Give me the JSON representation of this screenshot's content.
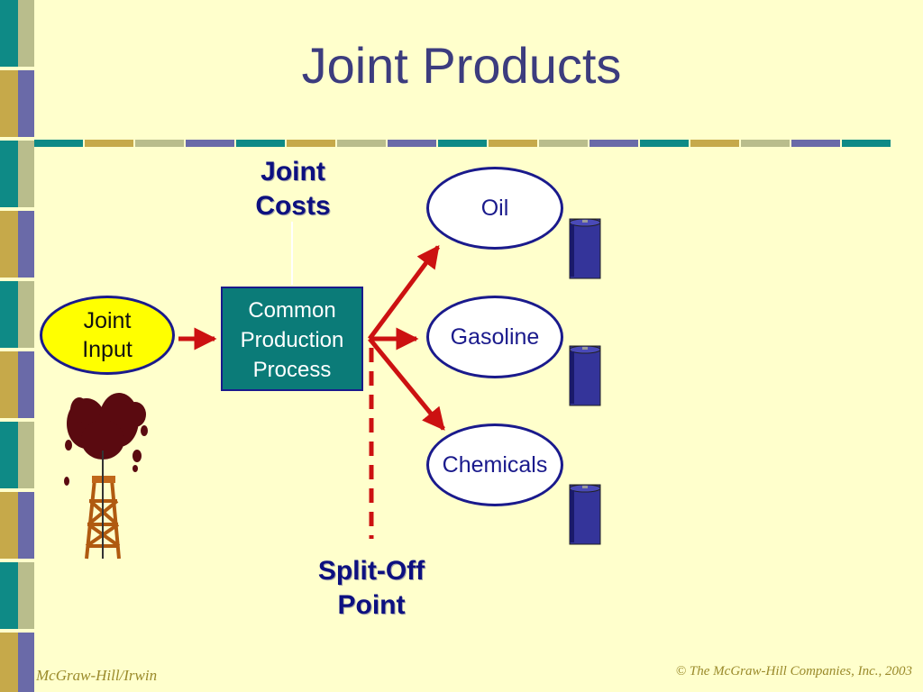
{
  "slide": {
    "title": "Joint Products"
  },
  "labels": {
    "joint_costs": [
      "Joint",
      "Costs"
    ],
    "split_off_point": [
      "Split-Off",
      "Point"
    ]
  },
  "joint_input": {
    "lines": [
      "Joint",
      "Input"
    ]
  },
  "process": {
    "lines": [
      "Common",
      "Production",
      "Process"
    ]
  },
  "products": [
    "Oil",
    "Gasoline",
    "Chemicals"
  ],
  "footer": {
    "left": "McGraw-Hill/Irwin",
    "right": "© The McGraw-Hill Companies, Inc., 2003"
  },
  "colors": {
    "background": "#ffffcc",
    "title": "#3c3c7e",
    "label": "#0d1080",
    "process_fill": "#0b7b78",
    "input_fill": "#ffff00",
    "arrow": "#cc1111",
    "barrel": "#34349a",
    "stripe_teal": "#0e8a86",
    "stripe_gold": "#c6a94a",
    "stripe_sage": "#b9bd8c",
    "stripe_slate": "#6a6aa8"
  },
  "icons": {
    "input_image": "oil-derrick-icon",
    "product_image": "barrel-icon"
  }
}
